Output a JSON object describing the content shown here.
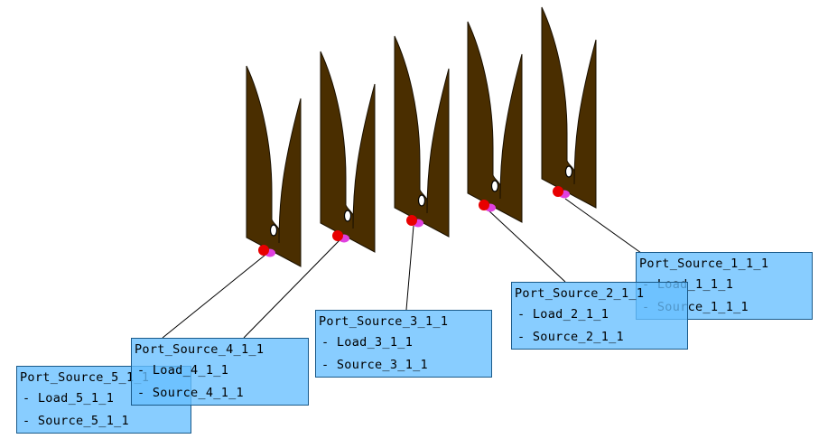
{
  "colors": {
    "antenna": "#4a2e00",
    "antenna_edge": "#1a1000",
    "feed_red": "#e80000",
    "feed_magenta": "#e040e0",
    "label_box": "#66bfff",
    "leader_line": "#000000"
  },
  "ports": [
    {
      "title": "Port_Source_1_1_1",
      "items": [
        "- Load_1_1_1",
        "- Source_1_1_1"
      ]
    },
    {
      "title": "Port_Source_2_1_1",
      "items": [
        "- Load_2_1_1",
        "- Source_2_1_1"
      ]
    },
    {
      "title": "Port_Source_3_1_1",
      "items": [
        "- Load_3_1_1",
        "- Source_3_1_1"
      ]
    },
    {
      "title": "Port_Source_4_1_1",
      "items": [
        "- Load_4_1_1",
        "- Source_4_1_1"
      ]
    },
    {
      "title": "Port_Source_5_1_1",
      "items": [
        "- Load_5_1_1",
        "- Source_5_1_1"
      ]
    }
  ]
}
